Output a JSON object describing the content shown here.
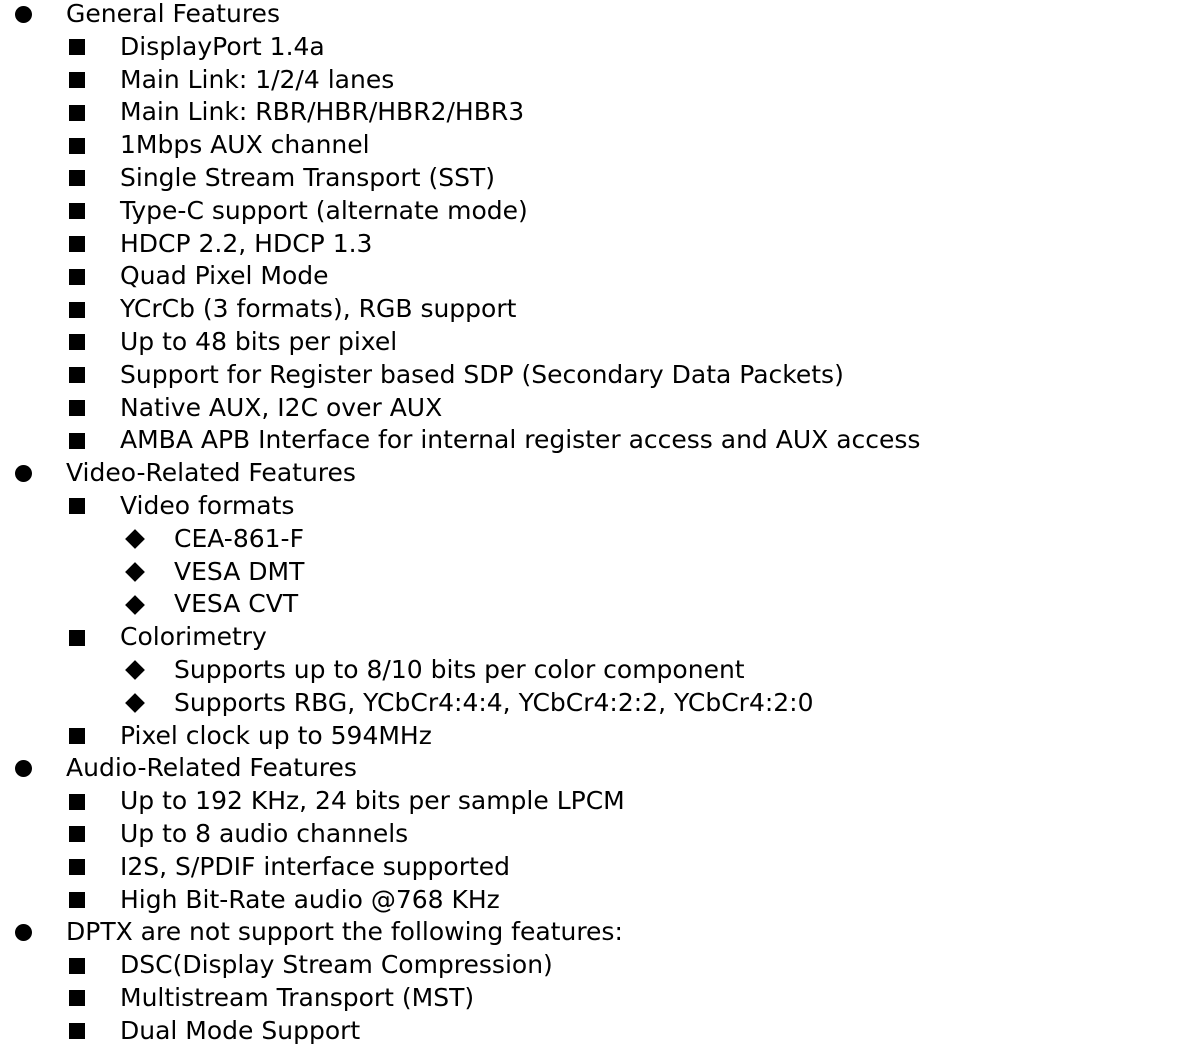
{
  "items": [
    {
      "level": 1,
      "text": "General Features"
    },
    {
      "level": 2,
      "text": "DisplayPort 1.4a"
    },
    {
      "level": 2,
      "text": "Main Link: 1/2/4 lanes"
    },
    {
      "level": 2,
      "text": "Main Link: RBR/HBR/HBR2/HBR3"
    },
    {
      "level": 2,
      "text": "1Mbps AUX channel"
    },
    {
      "level": 2,
      "text": "Single Stream Transport (SST)"
    },
    {
      "level": 2,
      "text": "Type-C support (alternate mode)"
    },
    {
      "level": 2,
      "text": "HDCP 2.2, HDCP 1.3"
    },
    {
      "level": 2,
      "text": "Quad Pixel Mode"
    },
    {
      "level": 2,
      "text": "YCrCb (3 formats), RGB support"
    },
    {
      "level": 2,
      "text": "Up to 48 bits per pixel"
    },
    {
      "level": 2,
      "text": "Support for Register based SDP (Secondary Data Packets)"
    },
    {
      "level": 2,
      "text": "Native AUX, I2C over AUX"
    },
    {
      "level": 2,
      "text": "AMBA APB Interface for internal register access and AUX access"
    },
    {
      "level": 1,
      "text": "Video-Related Features"
    },
    {
      "level": 2,
      "text": "Video formats"
    },
    {
      "level": 3,
      "text": "CEA-861-F"
    },
    {
      "level": 3,
      "text": "VESA DMT"
    },
    {
      "level": 3,
      "text": "VESA CVT"
    },
    {
      "level": 2,
      "text": "Colorimetry"
    },
    {
      "level": 3,
      "text": "Supports up to 8/10 bits per color component"
    },
    {
      "level": 3,
      "text": "Supports RBG, YCbCr4:4:4, YCbCr4:2:2, YCbCr4:2:0"
    },
    {
      "level": 2,
      "text": "Pixel clock up to 594MHz"
    },
    {
      "level": 1,
      "text": "Audio-Related Features"
    },
    {
      "level": 2,
      "text": "Up to 192 KHz, 24 bits per sample LPCM"
    },
    {
      "level": 2,
      "text": "Up to 8 audio channels"
    },
    {
      "level": 2,
      "text": "I2S, S/PDIF interface supported"
    },
    {
      "level": 2,
      "text": "High Bit-Rate audio @768 KHz"
    },
    {
      "level": 1,
      "text": "DPTX are not support the following features:"
    },
    {
      "level": 2,
      "text": "DSC(Display Stream Compression)"
    },
    {
      "level": 2,
      "text": "Multistream Transport (MST)"
    },
    {
      "level": 2,
      "text": "Dual Mode Support"
    }
  ]
}
